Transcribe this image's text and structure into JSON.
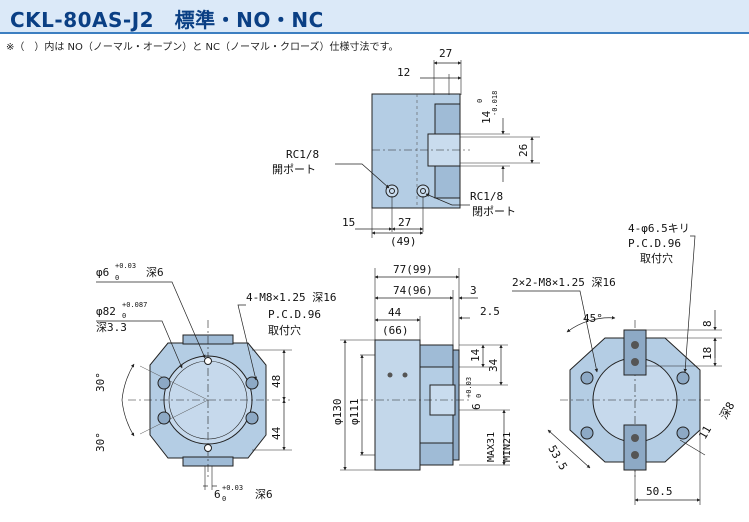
{
  "header": {
    "title": "CKL-80AS-J2　標準・NO・NC",
    "note": "※（　）内は NO（ノーマル・オープン）と NC（ノーマル・クローズ）仕様寸法です。"
  },
  "colors": {
    "part_fill": "#b4cde4",
    "part_dark": "#6e8fae",
    "header_fill": "#dbe9f8",
    "header_accent": "#0a3f84",
    "line": "#222222"
  },
  "dimensions": {
    "top_view": {
      "d27_top": "27",
      "d12": "12",
      "d14": "14",
      "d14_tol_top": "0",
      "d14_tol_bottom": "-0.018",
      "d26": "26",
      "port1": "RC1/8",
      "port1_sub": "開ポート",
      "port2": "RC1/8",
      "port2_sub": "閉ポート",
      "d15": "15",
      "d27_bottom": "27",
      "d49": "(49)"
    },
    "left_view": {
      "phi6": "φ6",
      "phi6_tol_top": "+0.03",
      "phi6_tol_bottom": "0",
      "phi6_depth": "深6",
      "phi82": "φ82",
      "phi82_tol_top": "+0.087",
      "phi82_tol_bottom": "0",
      "phi82_depth": "深3.3",
      "thread": "4-M8×1.25 深16",
      "pcd": "P.C.D.96",
      "mount": "取付穴",
      "d48": "48",
      "d44": "44",
      "angle1": "30°",
      "angle2": "30°",
      "bottom_dim": "6",
      "bottom_tol_top": "+0.03",
      "bottom_tol_bottom": "0",
      "bottom_depth": "深6"
    },
    "side_view": {
      "d77": "77(99)",
      "d74": "74(96)",
      "d3": "3",
      "d44": "44",
      "d66": "(66)",
      "d2_5": "2.5",
      "d14": "14",
      "d34": "34",
      "d6": "6",
      "d6_tol_top": "+0.03",
      "d6_tol_bottom": "0",
      "phi130": "φ130",
      "phi111": "φ111",
      "max31": "MAX31",
      "min21": "MIN21"
    },
    "right_view": {
      "holes": "4-φ6.5キリ",
      "pcd": "P.C.D.96",
      "mount": "取付穴",
      "thread": "2×2-M8×1.25 深16",
      "angle": "45°",
      "d8_top": "8",
      "d18": "18",
      "d53_5": "53.5",
      "d11": "11",
      "depth8": "深8",
      "d50_5": "50.5"
    }
  }
}
